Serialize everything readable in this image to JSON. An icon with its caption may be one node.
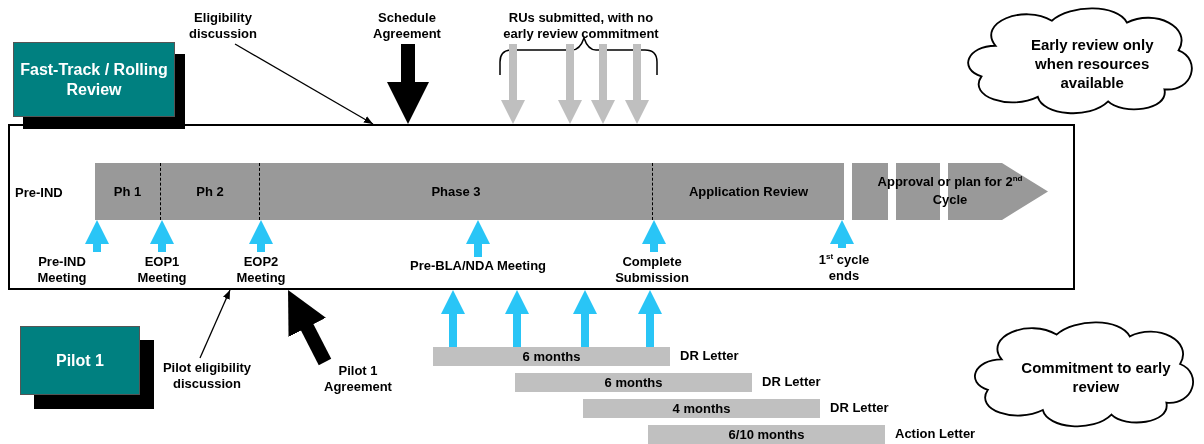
{
  "diagram": {
    "nodes": [
      {
        "text": [
          "Fast-Track / Rolling Review"
        ]
      },
      {
        "text": [
          "Eligibility discussion"
        ]
      },
      {
        "text": [
          "Schedule Agreement"
        ]
      },
      {
        "text": [
          "RUs submitted, with no early review commitment"
        ]
      },
      {
        "text": [
          "Early review only when resources available"
        ]
      },
      {
        "text": [],
        "shape": "box"
      },
      {
        "text": [
          "Ph 1"
        ],
        "in": 5
      },
      {
        "text": [
          "Ph 2"
        ],
        "in": 5
      },
      {
        "text": [
          "Phase 3"
        ],
        "in": 5
      },
      {
        "text": [
          "Application Review"
        ],
        "in": 5
      },
      {
        "text": [
          "Approval or plan for 2$^{nd}$ Cycle"
        ],
        "in": 5
      },
      {
        "text": [
          "Pre-IND Meeting"
        ],
        "in": 5
      },
      {
        "text": [
          "EOP1 Meeting"
        ],
        "in": 5
      },
      {
        "text": [
          "EOP2 Meeting"
        ],
        "in": 5
      },
      {
        "text": [
          "Pre-BLA/NDA Meeting"
        ],
        "in": 5
      },
      {
        "text": [
          "Complete Submission"
        ],
        "in": 5
      },
      {
        "text": [
          "1$^{st}$ cycle ends"
        ],
        "in": 5
      },
      {
        "text": [
          "Pilot 1"
        ]
      },
      {
        "text": [
          "Pilot eligibility discussion"
        ]
      },
      {
        "text": [
          "Pilot 1 Agreement"
        ]
      },
      {
        "text": [
          "6 months"
        ],
        "beside": [
          "DR Letter"
        ]
      },
      {
        "text": [
          "6 months"
        ],
        "beside": [
          "DR Letter"
        ]
      },
      {
        "text": [
          "4 months"
        ],
        "beside": [
          "DR Letter"
        ]
      },
      {
        "text": [
          "6/10 months"
        ],
        "beside": [
          "Action Letter"
        ]
      },
      {
        "text": [
          "Commitment to early review"
        ]
      }
    ],
    "edges": [
      {
        "from": 1,
        "to": 5,
        "arrow": "to",
        "color": "#000000"
      },
      {
        "from": 2,
        "to": 5,
        "arrow": "to",
        "color": "#000000"
      },
      {
        "from": 3,
        "to": 5,
        "arrow": "to",
        "color": "#bfbfbf"
      },
      {
        "from": 3,
        "to": 5,
        "arrow": "to",
        "color": "#bfbfbf"
      },
      {
        "from": 3,
        "to": 5,
        "arrow": "to",
        "color": "#bfbfbf"
      },
      {
        "from": 3,
        "to": 5,
        "arrow": "to",
        "color": "#bfbfbf"
      },
      {
        "from": 11,
        "to": 6,
        "arrow": "to"
      },
      {
        "from": 12,
        "to": 7,
        "arrow": "to"
      },
      {
        "from": 13,
        "to": 8,
        "arrow": "to"
      },
      {
        "from": 14,
        "to": 8,
        "arrow": "to"
      },
      {
        "from": 15,
        "to": 9,
        "arrow": "to"
      },
      {
        "from": 16,
        "to": 9,
        "arrow": "to"
      },
      {
        "from": 18,
        "to": 5,
        "arrow": "to",
        "color": "#000000"
      },
      {
        "from": 19,
        "to": 5,
        "arrow": "to",
        "color": "#000000"
      },
      {
        "from": 20,
        "to": 5,
        "arrow": "to"
      },
      {
        "from": 20,
        "to": 5,
        "arrow": "to"
      },
      {
        "from": 20,
        "to": 5,
        "arrow": "to"
      },
      {
        "from": 20,
        "to": 5,
        "arrow": "to"
      }
    ],
    "labels": [
      "Pre-IND"
    ]
  }
}
